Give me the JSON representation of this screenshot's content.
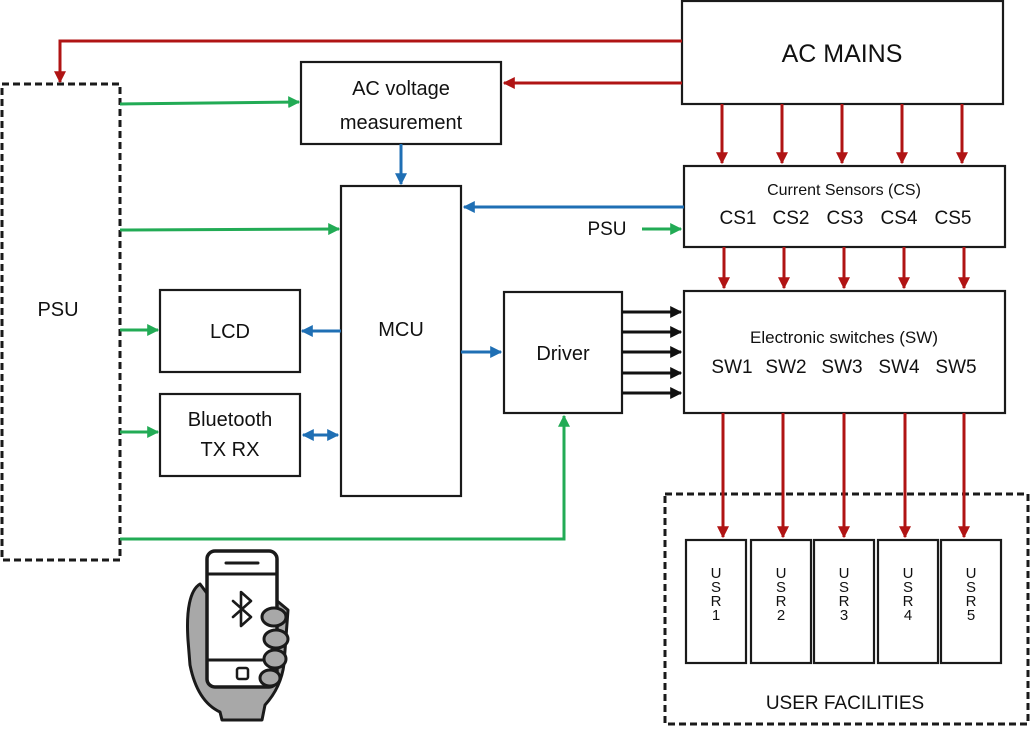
{
  "blocks": {
    "ac_mains": "AC MAINS",
    "psu": "PSU",
    "ac_voltage_line1": "AC voltage",
    "ac_voltage_line2": "measurement",
    "mcu": "MCU",
    "lcd": "LCD",
    "bluetooth_line1": "Bluetooth",
    "bluetooth_line2": "TX RX",
    "driver": "Driver",
    "psu_small": "PSU",
    "current_sensors": {
      "title": "Current Sensors (CS)",
      "items": [
        "CS1",
        "CS2",
        "CS3",
        "CS4",
        "CS5"
      ]
    },
    "electronic_switches": {
      "title": "Electronic switches (SW)",
      "items": [
        "SW1",
        "SW2",
        "SW3",
        "SW4",
        "SW5"
      ]
    },
    "user_facilities": {
      "label": "USER FACILITIES",
      "users": [
        [
          "U",
          "S",
          "R",
          "1"
        ],
        [
          "U",
          "S",
          "R",
          "2"
        ],
        [
          "U",
          "S",
          "R",
          "3"
        ],
        [
          "U",
          "S",
          "R",
          "4"
        ],
        [
          "U",
          "S",
          "R",
          "5"
        ]
      ]
    }
  },
  "colors": {
    "ac_power": "#b01414",
    "dc_power": "#22ab55",
    "signal": "#1f6fb4",
    "control": "#111111",
    "hand": "#a8a8a8",
    "phone": "#ffffff"
  },
  "icons": [
    "arrow-icon",
    "smartphone-icon",
    "hand-icon",
    "bluetooth-icon"
  ]
}
